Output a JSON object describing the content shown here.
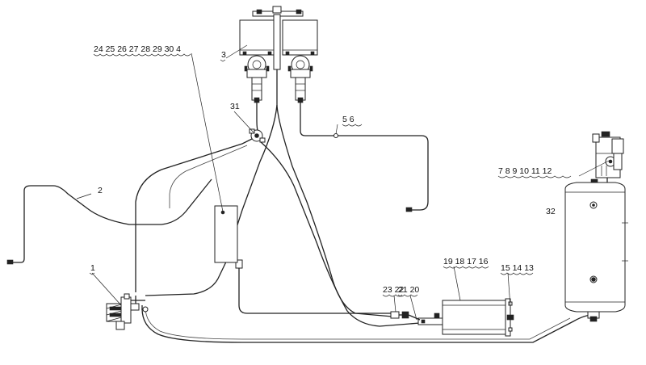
{
  "labels": [
    {
      "id": "l1",
      "text": "1"
    },
    {
      "id": "l2",
      "text": "2"
    },
    {
      "id": "l3",
      "text": "3"
    },
    {
      "id": "l24",
      "text": "24 25 26 27 28 29 30 4"
    },
    {
      "id": "l31",
      "text": "31"
    },
    {
      "id": "l5",
      "text": "5  6"
    },
    {
      "id": "l7",
      "text": "7  8   9  10  11  12"
    },
    {
      "id": "l32",
      "text": "32"
    },
    {
      "id": "l19",
      "text": "19 18 17 16"
    },
    {
      "id": "l15",
      "text": "15 14 13"
    },
    {
      "id": "l23",
      "text": "23 22"
    },
    {
      "id": "l21",
      "text": "21 20"
    }
  ],
  "colors": {
    "line": "#222222",
    "background": "#ffffff"
  }
}
